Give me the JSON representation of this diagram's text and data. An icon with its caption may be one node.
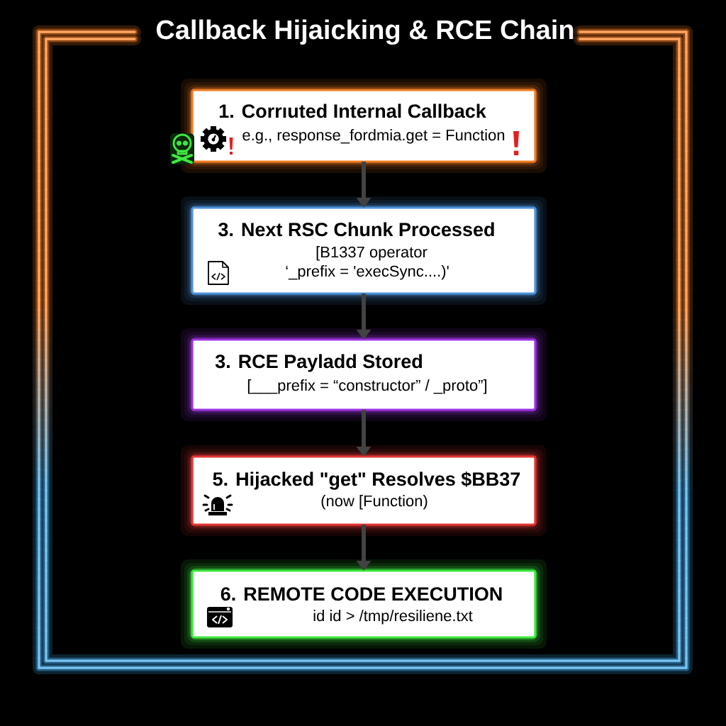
{
  "diagram": {
    "title": "Callback Hijaicking & RCE Chain",
    "nodes": [
      {
        "text": [
          "1. Corrıuted Internal Callback",
          "e.g., response_fordmia.get = Function"
        ]
      },
      {
        "text": [
          "3. Next RSC Chunk Processed",
          "[B1337 operator",
          "‘_prefix = 'execSync....)'"
        ]
      },
      {
        "text": [
          "3. RCE Payladd Stored",
          "[___prefix = “constructor” / _proto”]"
        ]
      },
      {
        "text": [
          "5. Hijacked \"get\" Resolves $BB37",
          "(now [Function)"
        ]
      },
      {
        "text": [
          "6. REMOTE CODE EXECUTION",
          "id id > /tmp/resiliene.txt"
        ]
      }
    ],
    "edges": [
      {
        "from": 0,
        "to": 1,
        "arrow": "to"
      },
      {
        "from": 1,
        "to": 2,
        "arrow": "to"
      },
      {
        "from": 2,
        "to": 3,
        "arrow": "to"
      },
      {
        "from": 3,
        "to": 4,
        "arrow": "to"
      }
    ]
  }
}
